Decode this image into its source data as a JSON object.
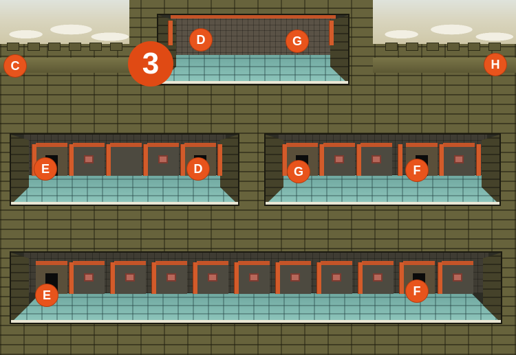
{
  "map": {
    "area_number": "3",
    "markers": {
      "top_left": "C",
      "top_room_1": "D",
      "top_room_2": "G",
      "top_right": "H",
      "mid_left_1": "E",
      "mid_left_2": "D",
      "mid_right_1": "G",
      "mid_right_2": "F",
      "bottom_1": "E",
      "bottom_2": "F"
    }
  },
  "colors": {
    "marker": "#e8541c",
    "brick": "#67633c",
    "floor": "#8fc7bd",
    "cell_trim": "#c45428"
  }
}
